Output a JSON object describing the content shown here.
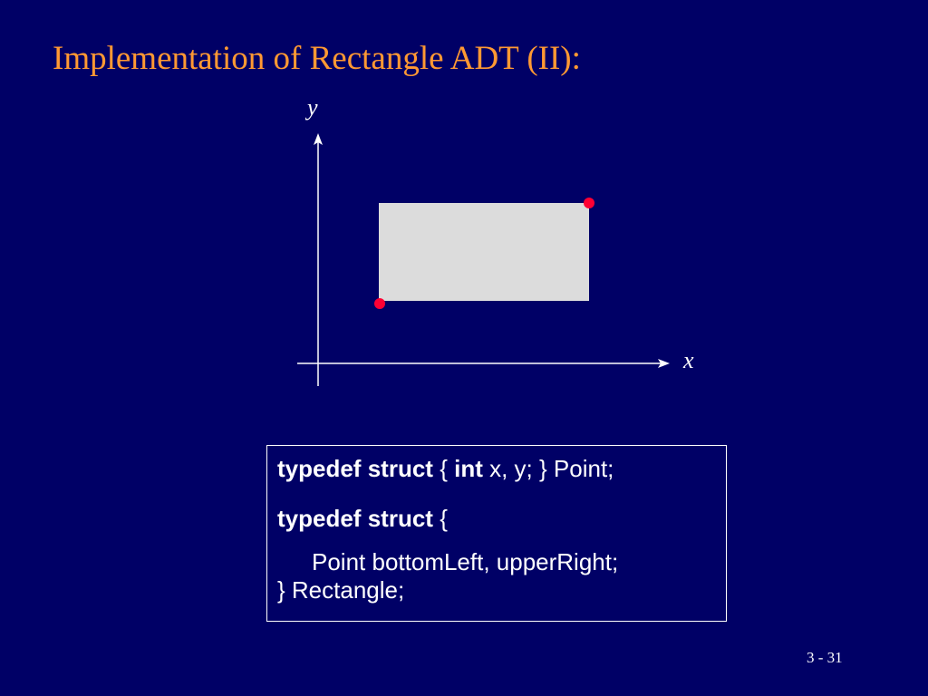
{
  "slide": {
    "title": "Implementation of Rectangle ADT (II):",
    "page_number": "3 - 31"
  },
  "diagram": {
    "y_axis_label": "y",
    "x_axis_label": "x",
    "colors": {
      "axis": "#ffffff",
      "rectangle_fill": "#dcdcdc",
      "corner_points": "#ff0033"
    }
  },
  "code": {
    "line1": {
      "kw1": "typedef",
      "kw2": "struct",
      "brace_open": "{",
      "kw3": "int",
      "rest": "x, y; } Point;"
    },
    "line2": {
      "kw1": "typedef",
      "kw2": "struct",
      "brace_open": "{"
    },
    "line3": "Point bottomLeft, upperRight;",
    "line4": "} Rectangle;"
  },
  "colors": {
    "background": "#000066",
    "title": "#ff9933",
    "text": "#ffffff"
  }
}
